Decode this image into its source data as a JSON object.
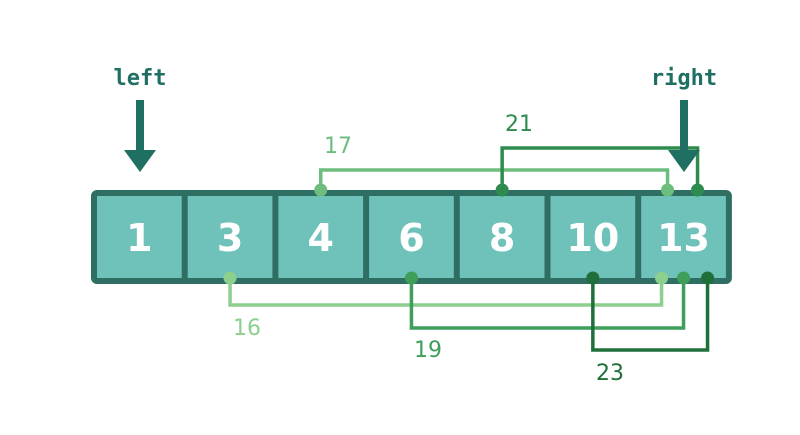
{
  "array": [
    "1",
    "3",
    "4",
    "6",
    "8",
    "10",
    "13"
  ],
  "pointers": {
    "left": "left",
    "right": "right"
  },
  "pair_sums": [
    {
      "label": "17",
      "a": 2,
      "b": 6,
      "side": "top",
      "color": "#6dbd7f"
    },
    {
      "label": "21",
      "a": 4,
      "b": 6,
      "side": "top",
      "color": "#2e8b4e"
    },
    {
      "label": "16",
      "a": 1,
      "b": 6,
      "side": "bottom",
      "color": "#8ccf8e"
    },
    {
      "label": "19",
      "a": 3,
      "b": 6,
      "side": "bottom",
      "color": "#3f9e5a"
    },
    {
      "label": "23",
      "a": 5,
      "b": 6,
      "side": "bottom",
      "color": "#1e6f3a"
    }
  ],
  "colors": {
    "cell_fill": "#6ec2b9",
    "cell_border": "#2f6e63",
    "pointer_color": "#1f6f63"
  }
}
